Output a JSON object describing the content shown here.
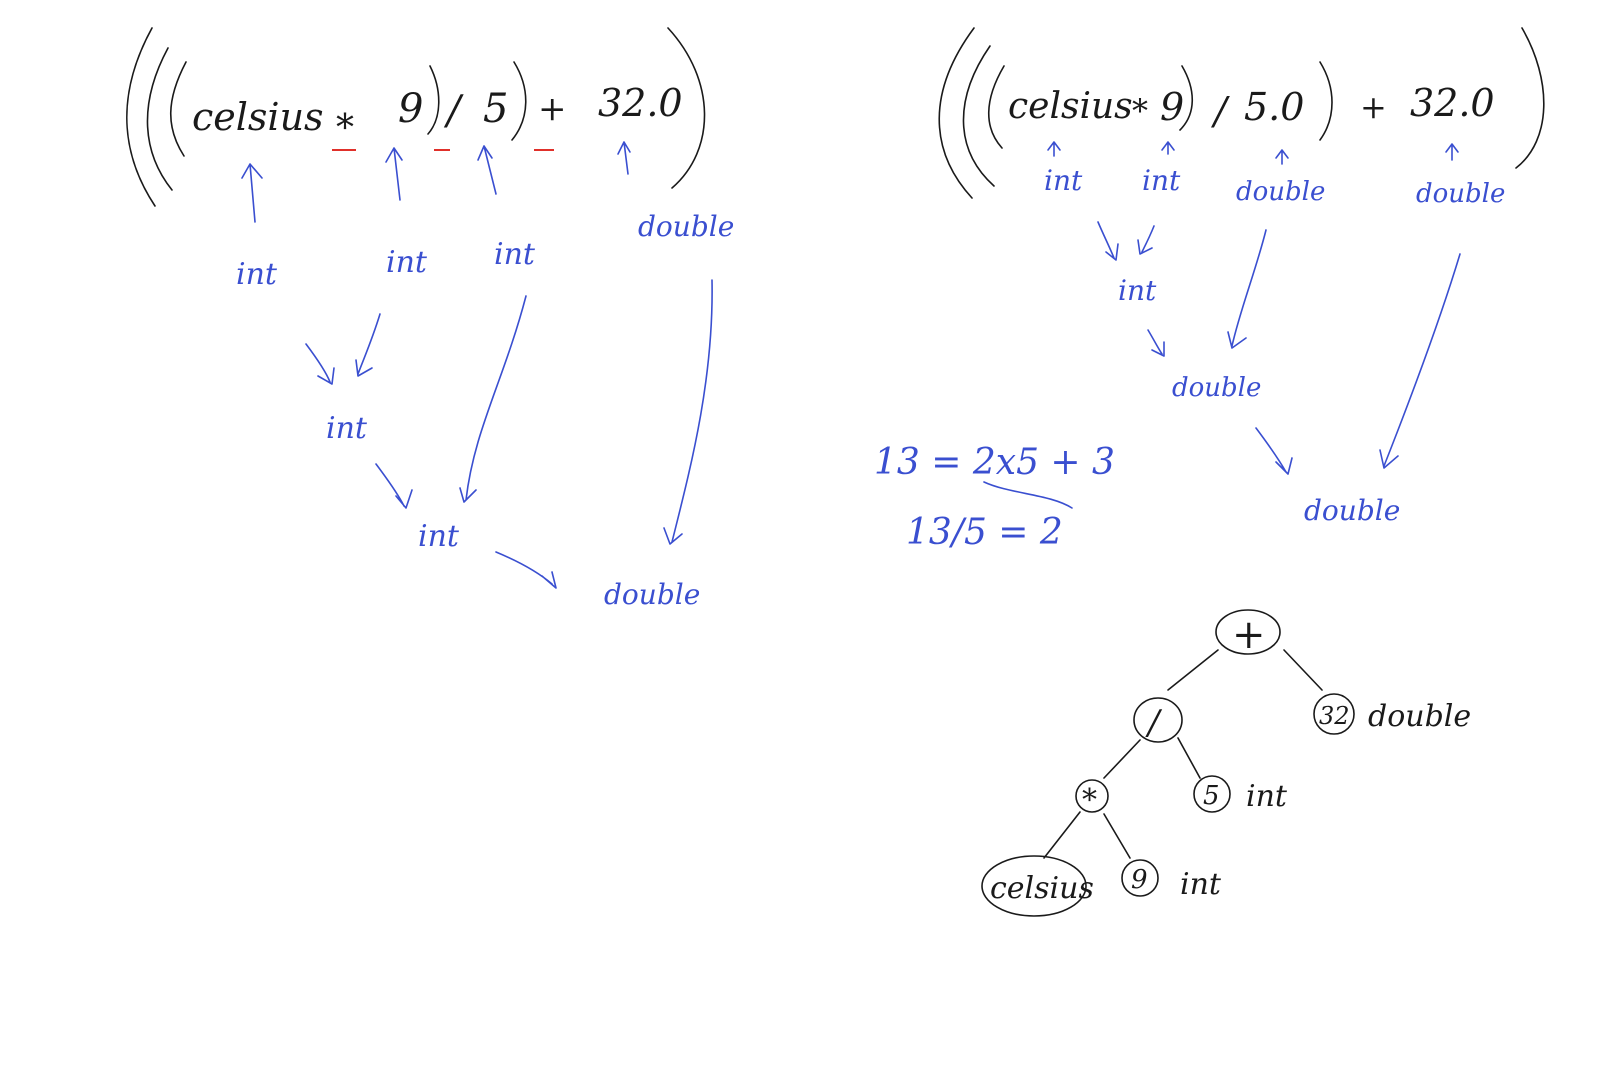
{
  "left": {
    "expr": {
      "celsius": "celsius",
      "times": "*",
      "nine": "9",
      "div": "/",
      "five": "5",
      "plus": "+",
      "thirtytwo": "32.0"
    },
    "types": {
      "celsius": "int",
      "nine": "int",
      "five": "int",
      "thirtytwo": "double",
      "product": "int",
      "quotient": "int",
      "result": "double"
    }
  },
  "right": {
    "expr": {
      "celsius": "celsius",
      "times": "*",
      "nine": "9",
      "div": "/",
      "five": "5.0",
      "plus": "+",
      "thirtytwo": "32.0"
    },
    "types": {
      "celsius": "int",
      "nine": "int",
      "five": "double",
      "thirtytwo": "double",
      "product": "int",
      "quotient": "double",
      "result": "double"
    }
  },
  "division_note": {
    "line1": "13 = 2x5 + 3",
    "line2": "13/5 = 2"
  },
  "tree": {
    "root": "+",
    "div_node": "/",
    "const_32": "32",
    "const_32_type": "double",
    "times_node": "*",
    "const_5": "5",
    "const_5_type": "int",
    "celsius_leaf": "celsius",
    "const_9": "9",
    "const_9_type": "int"
  },
  "colors": {
    "ink": "#1a1a1a",
    "annotation": "#3a4fd0",
    "highlight": "#e0302a"
  }
}
